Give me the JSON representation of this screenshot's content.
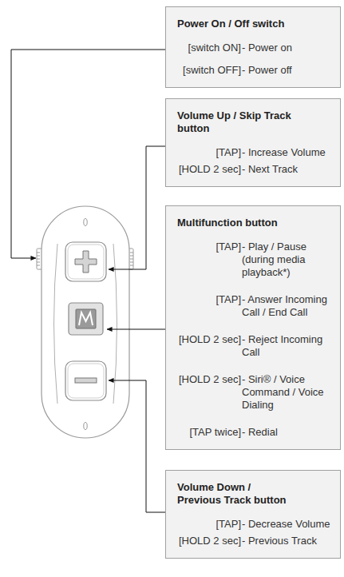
{
  "diagram": {
    "nodes": [
      {
        "text": [
          "Power On / Off switch",
          "[switch ON]",
          "- Power on",
          "[switch OFF]",
          "- Power off"
        ]
      },
      {
        "text": [
          "Volume Up / Skip Track button",
          "[TAP]",
          "- Increase Volume",
          "[HOLD 2 sec]",
          "- Next Track"
        ]
      },
      {
        "text": [
          "Multifunction button",
          "[TAP]",
          "- Play / Pause (during media playback*)",
          "[TAP]",
          "- Answer Incoming Call / End Call",
          "[HOLD 2 sec]",
          "- Reject Incoming Call",
          "[HOLD 2 sec]",
          "- Siri® / Voice Command / Voice Dialing",
          "[TAP twice]",
          "- Redial"
        ]
      },
      {
        "text": [
          "Volume Down / Previous Track button",
          "[TAP]",
          "- Decrease Volume",
          "[HOLD 2 sec]",
          "- Previous Track"
        ]
      }
    ]
  }
}
